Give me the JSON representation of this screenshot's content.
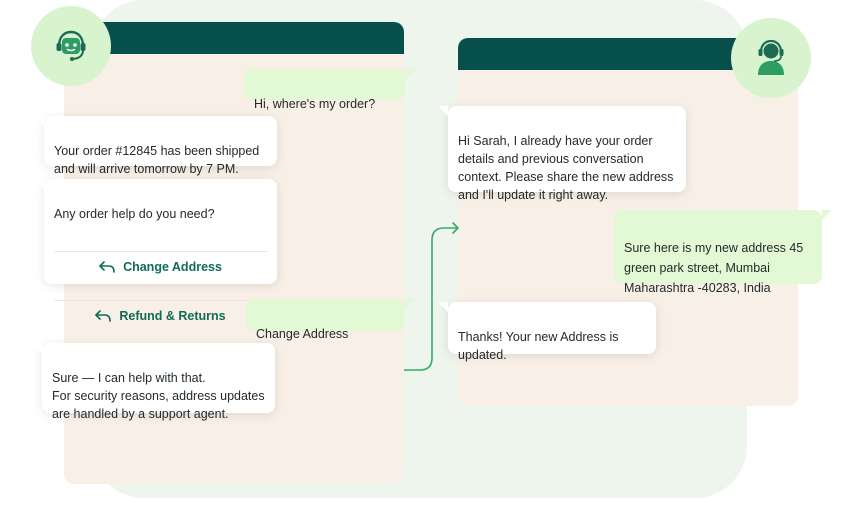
{
  "bot_chat": {
    "messages": {
      "user_where_order": "Hi, where's my order?",
      "bot_shipped": "Your order #12845 has been shipped\nand will arrive tomorrow by 7 PM.",
      "bot_help_question": "Any order help do you need?",
      "user_change_address": "Change Address",
      "bot_security": "Sure — I can help with that.\nFor security reasons, address updates\nare handled by a support agent."
    },
    "options": [
      {
        "label": "Change Address",
        "icon": "reply-arrow-icon"
      },
      {
        "label": "Refund & Returns",
        "icon": "reply-arrow-icon"
      }
    ],
    "avatar_icon": "robot-icon"
  },
  "agent_chat": {
    "messages": {
      "agent_hi_sarah": "Hi Sarah, I already have your order\ndetails and previous conversation\ncontext. Please share the new address\nand I'll update it right away.",
      "user_new_address": "Sure here is my new address 45\ngreen park street, Mumbai\nMaharashtra -40283, India",
      "agent_updated": "Thanks! Your new Address is\nupdated."
    },
    "avatar_icon": "headset-agent-icon"
  },
  "colors": {
    "header_bar": "#064f4a",
    "panel_bg": "#f8efe6",
    "background_blob": "#edf5ec",
    "user_bubble": "#e3f8d5",
    "accent_green": "#116b56",
    "connector": "#3aa869"
  }
}
